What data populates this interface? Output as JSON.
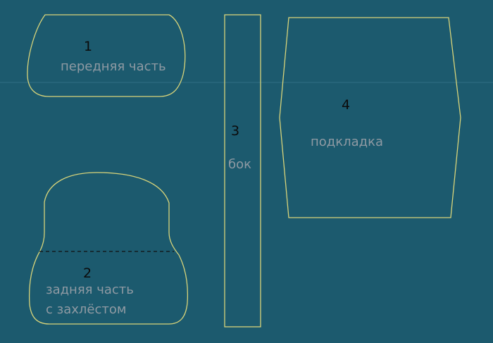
{
  "colors": {
    "background": "#1c5a6e",
    "outline": "#d8d47a",
    "number": "#0b0b0b",
    "label": "#8f9aa3",
    "guide_line": "#2f6f84"
  },
  "pieces": [
    {
      "number": "1",
      "label": "передняя часть",
      "lines": []
    },
    {
      "number": "2",
      "label": "",
      "lines": [
        "задняя часть",
        "с захлёстом"
      ]
    },
    {
      "number": "3",
      "label": "бок",
      "lines": []
    },
    {
      "number": "4",
      "label": "подкладка",
      "lines": []
    }
  ]
}
